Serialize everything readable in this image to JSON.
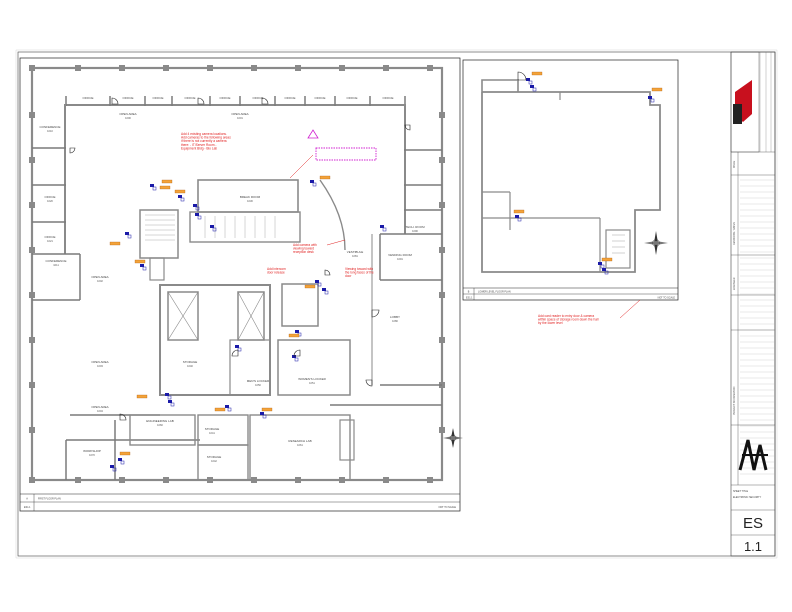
{
  "sheet": {
    "number": "ES",
    "sub_number": "1.1"
  },
  "upper_plan": {
    "number": "A",
    "title": "FIRST FLOOR PLAN",
    "scale": "NOT TO SCALE",
    "sheet_ref": "ES1.1",
    "rooms": [
      {
        "name": "OPEN AREA",
        "num": "1000"
      },
      {
        "name": "OPEN AREA",
        "num": "1001"
      },
      {
        "name": "OPEN AREA",
        "num": "1002"
      },
      {
        "name": "OPEN AREA",
        "num": "1003"
      },
      {
        "name": "OPEN AREA",
        "num": "1004"
      },
      {
        "name": "CONFERENCE",
        "num": "1010"
      },
      {
        "name": "CONFERENCE",
        "num": "1011"
      },
      {
        "name": "OFFICE",
        "num": "1020"
      },
      {
        "name": "OFFICE",
        "num": "1021"
      },
      {
        "name": "BREAK ROOM",
        "num": "1030"
      },
      {
        "name": "STORAGE",
        "num": "1040"
      },
      {
        "name": "STORAGE",
        "num": "1041"
      },
      {
        "name": "STORAGE",
        "num": "1042"
      },
      {
        "name": "MEN'S LOCKER",
        "num": "1050"
      },
      {
        "name": "WOMEN'S LOCKER",
        "num": "1051"
      },
      {
        "name": "ENGINEERING LAB",
        "num": "1060"
      },
      {
        "name": "RESEARCH LAB",
        "num": "1061"
      },
      {
        "name": "WORKSHOP",
        "num": "1070"
      },
      {
        "name": "LOBBY",
        "num": "1080"
      },
      {
        "name": "VESTIBULE",
        "num": "1081"
      },
      {
        "name": "TECH. ROOM",
        "num": "1090"
      },
      {
        "name": "VENDING ROOM",
        "num": "1091"
      }
    ],
    "notes": [
      "Add 4 existing camera locations. Add cameras to the following areas if there is not currently a camera there: - IT/Server Room - Equipment Bldg - Bio Lab",
      "Add camera with viewing toward reception desk",
      "Add intercom door release",
      "Viewing toward with the long faces of the door"
    ]
  },
  "lower_plan": {
    "number": "B",
    "title": "LOWER LEVEL FLOOR PLAN",
    "scale": "NOT TO SCALE",
    "sheet_ref": "ES1.1",
    "note": "Add card reader to entry door & camera within space of storage room down the hall by the lower level"
  },
  "title_block": {
    "sections": [
      "ISSUE",
      "REVISIONS / DATES",
      "ENGINEER",
      "PROJECT INFORMATION",
      "SHEET TITLE"
    ],
    "sheet_title": "ELECTRONIC SECURITY"
  },
  "colors": {
    "wall": "#8a8a8a",
    "camera": "#1a1aa8",
    "tag": "#f3a33a",
    "markup": "#e02020",
    "highlight": "#d020d0",
    "logo": "#c8101e"
  }
}
